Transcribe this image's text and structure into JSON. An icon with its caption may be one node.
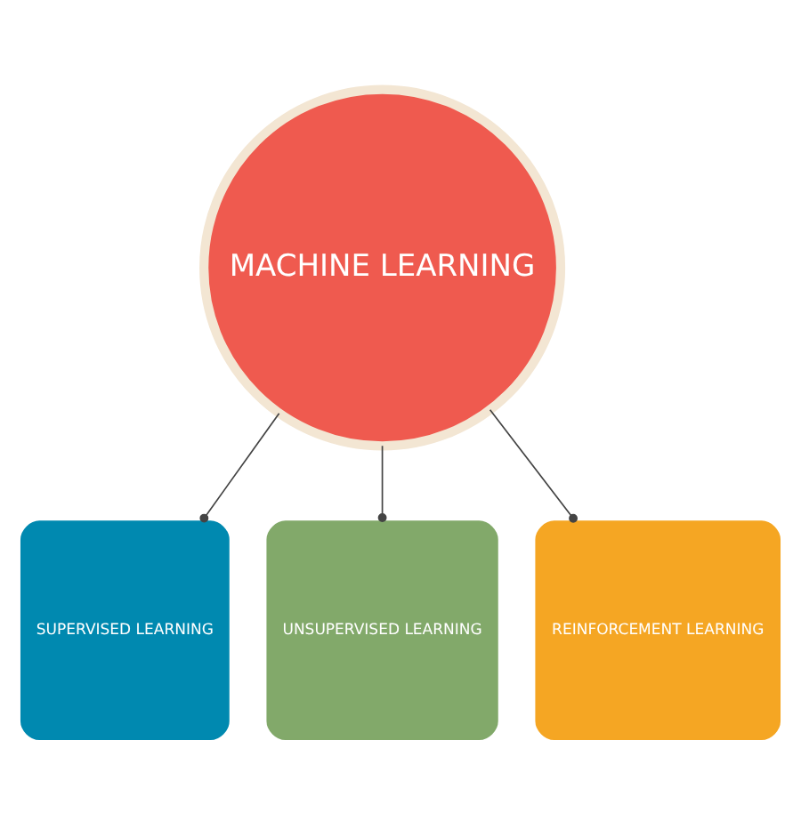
{
  "diagram": {
    "nodes": [
      {
        "text": [
          "MACHINE LEARNING"
        ]
      },
      {
        "text": [
          "SUPERVISED LEARNING"
        ]
      },
      {
        "text": [
          "UNSUPERVISED LEARNING"
        ]
      },
      {
        "text": [
          "REINFORCEMENT LEARNING"
        ]
      }
    ],
    "edges": [
      {
        "from": 0,
        "to": 1,
        "arrow": "other"
      },
      {
        "from": 0,
        "to": 2,
        "arrow": "other"
      },
      {
        "from": 0,
        "to": 3,
        "arrow": "other"
      }
    ]
  }
}
